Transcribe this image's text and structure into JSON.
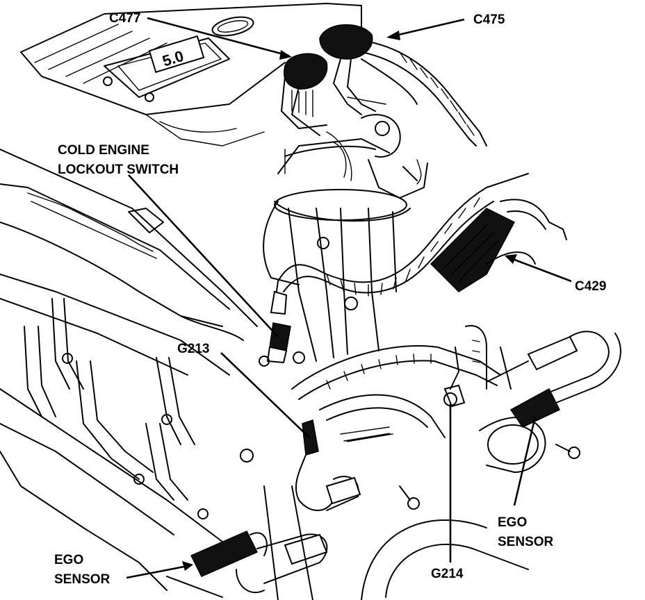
{
  "labels": {
    "c477": "C477",
    "c475": "C475",
    "cold_engine_line1": "COLD ENGINE",
    "cold_engine_line2": "LOCKOUT SWITCH",
    "c429": "C429",
    "g213": "G213",
    "ego_sensor_right_line1": "EGO",
    "ego_sensor_right_line2": "SENSOR",
    "g214": "G214",
    "ego_sensor_left_line1": "EGO",
    "ego_sensor_left_line2": "SENSOR"
  },
  "plenum_badge": "5.0",
  "colors": {
    "ink": "#000000",
    "paper": "#ffffff"
  }
}
